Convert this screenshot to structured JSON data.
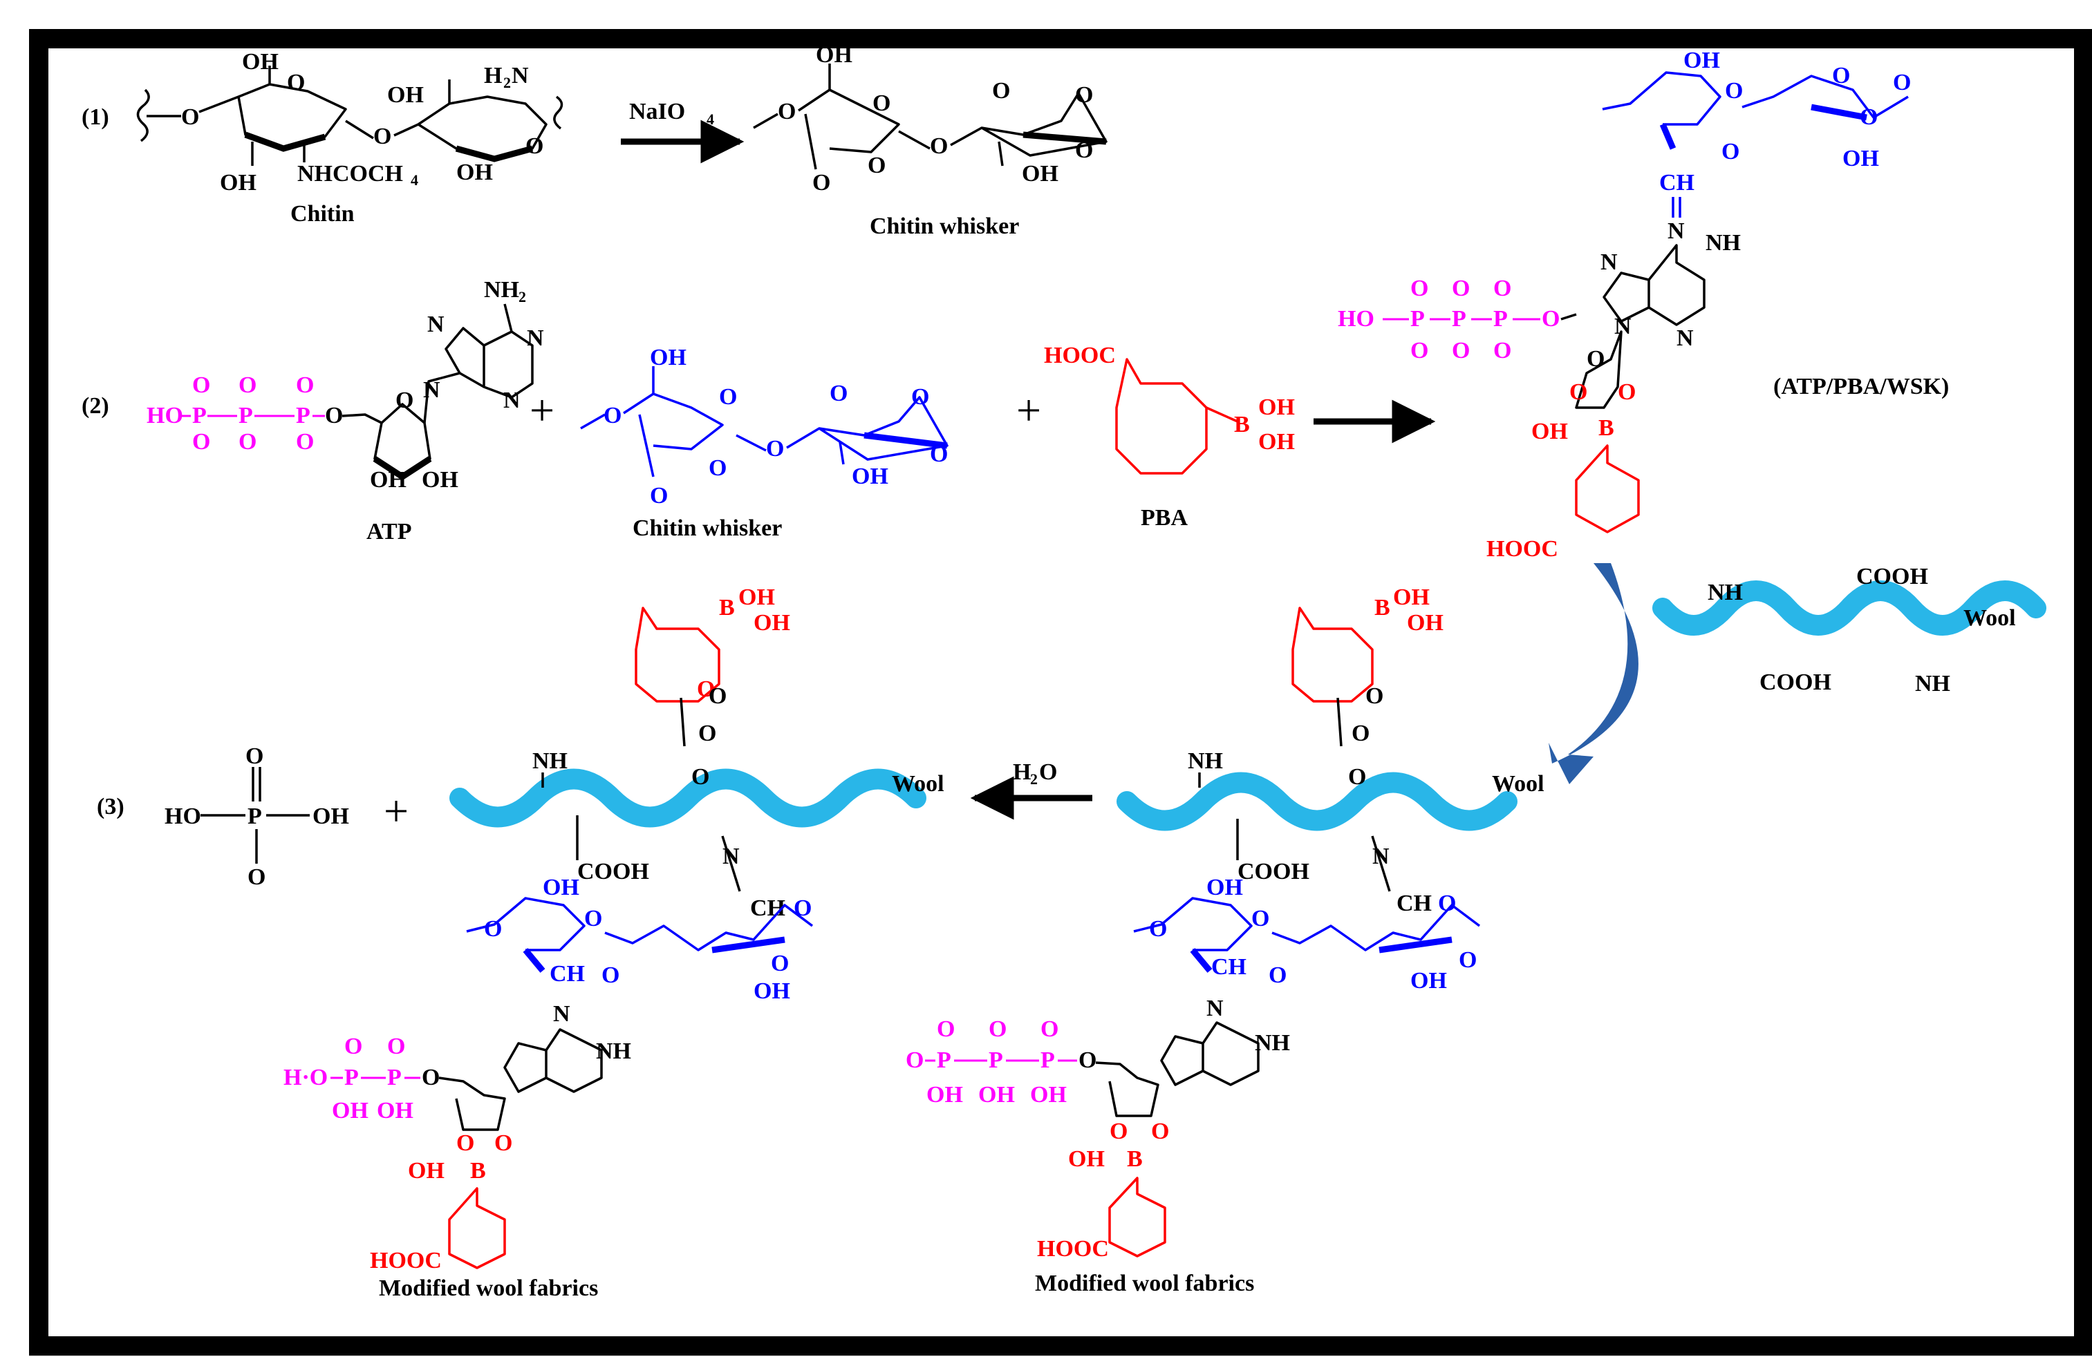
{
  "steps": {
    "step1": "(1)",
    "step2": "(2)",
    "step3": "(3)"
  },
  "reagents": {
    "naio4": "NaIO",
    "naio4_sub": "4",
    "h2o": "H",
    "h2o_sub": "2",
    "h2o_o": "O",
    "plus": "+"
  },
  "captions": {
    "chitin": "Chitin",
    "chitin_whisker_1": "Chitin whisker",
    "chitin_whisker_2": "Chitin whisker",
    "atp": "ATP",
    "pba": "PBA",
    "product_label": "(ATP/PBA/WSK)",
    "modified_1": "Modified wool fabrics",
    "modified_2": "Modified wool fabrics"
  },
  "groups": {
    "oh": "OH",
    "h2n": "H",
    "nhcoch3": "NHCOCH",
    "hooc": "HOOC",
    "cooh": "COOH",
    "nh2": "NH",
    "nh": "NH",
    "n": "N",
    "o": "O",
    "b": "B",
    "ch": "CH",
    "wool": "Wool",
    "ho": "HO",
    "hp": "H·O",
    "o_minus": "O",
    "p": "P",
    "b_oh": "B",
    "phosphate_ho": "HO",
    "phosphate_p": "P",
    "phosphate_oh": "OH",
    "phosphate_o": "O",
    "phosphate_ominus": "O"
  },
  "colors": {
    "phosphate": "#ff00ff",
    "boronic": "#ff0000",
    "whisker": "#0000ff",
    "wool": "#29b6e8",
    "arrow_curved": "#2a5fa8"
  }
}
